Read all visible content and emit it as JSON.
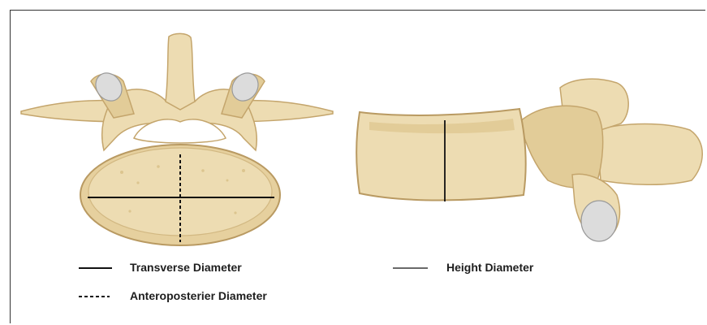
{
  "legend": {
    "transverse": "Transverse Diameter",
    "anteroposterior": "Anteroposterier Diameter",
    "height": "Height Diameter"
  },
  "colors": {
    "bone_fill": "#eddcb2",
    "bone_dark": "#d8c08c",
    "bone_outline": "#c4a56c",
    "cartilage": "#dcdcdc",
    "measure_line": "#111111"
  }
}
